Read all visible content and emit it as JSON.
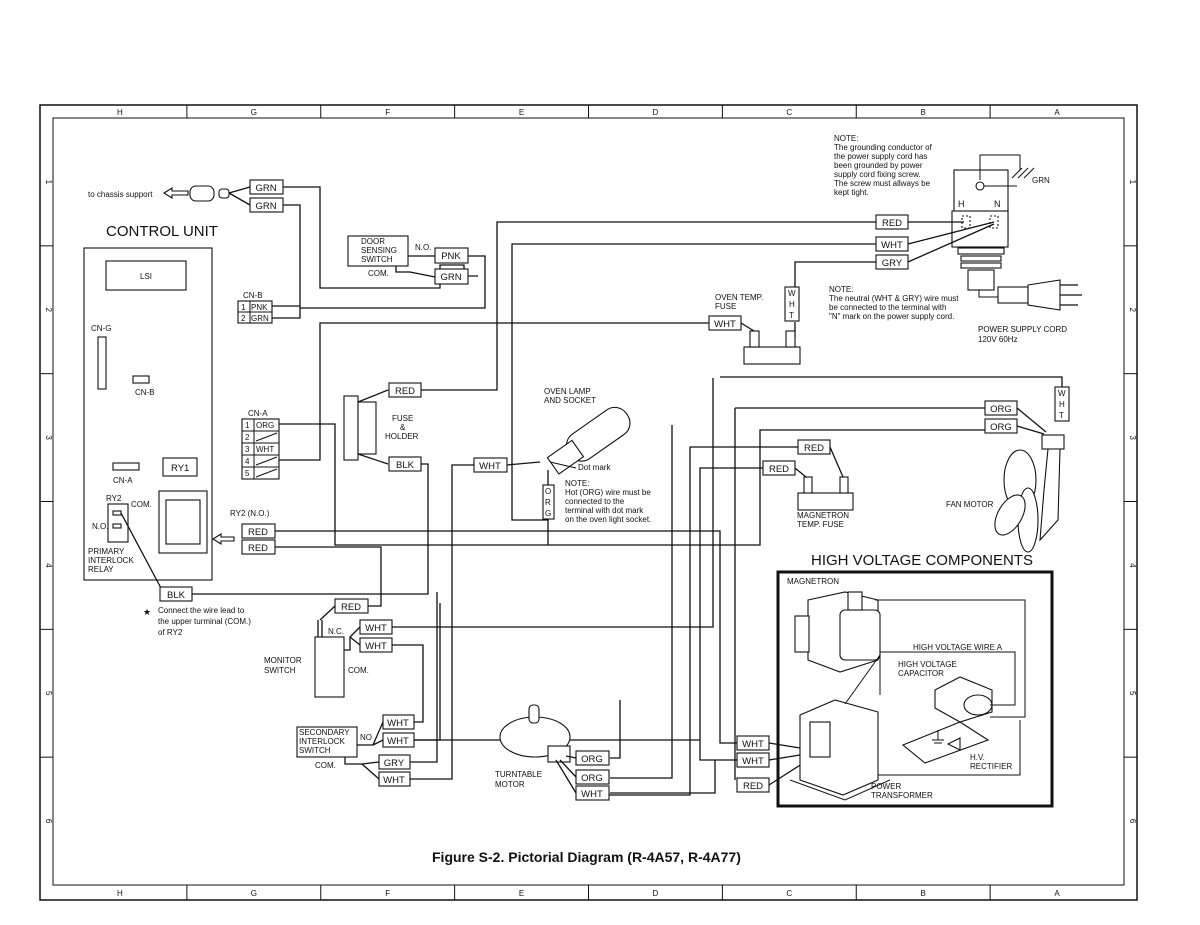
{
  "figure": {
    "caption": "Figure S-2. Pictorial Diagram (R-4A57, R-4A77)"
  },
  "ruler": {
    "columns": [
      "H",
      "G",
      "F",
      "E",
      "D",
      "C",
      "B",
      "A"
    ],
    "rows": [
      "1",
      "2",
      "3",
      "4",
      "5",
      "6"
    ]
  },
  "chassis": {
    "label": "to chassis support",
    "wires": [
      "GRN",
      "GRN"
    ]
  },
  "control_unit": {
    "title": "CONTROL UNIT",
    "lsi": "LSI",
    "cn_g": "CN-G",
    "cn_b_board": "CN-B",
    "cn_a_board": "CN-A",
    "ry1": "RY1",
    "ry2": "RY2",
    "com": "COM.",
    "no": "N.O.",
    "primary_relay": [
      "PRIMARY",
      "INTERLOCK",
      "RELAY"
    ]
  },
  "cn_b": {
    "label": "CN-B",
    "pins": [
      {
        "num": "1",
        "wire": "PNK"
      },
      {
        "num": "2",
        "wire": "GRN"
      }
    ]
  },
  "cn_a": {
    "label": "CN-A",
    "pins": [
      {
        "num": "1",
        "wire": "ORG"
      },
      {
        "num": "2",
        "wire": ""
      },
      {
        "num": "3",
        "wire": "WHT"
      },
      {
        "num": "4",
        "wire": ""
      },
      {
        "num": "5",
        "wire": ""
      }
    ]
  },
  "ry2_no": {
    "label": "RY2 (N.O.)",
    "wires": [
      "RED",
      "RED"
    ]
  },
  "blk_wire": "BLK",
  "star_note": {
    "star": "★",
    "lines": [
      "Connect the wire lead to",
      "the upper turminal (COM.)",
      "of  RY2"
    ]
  },
  "door_switch": {
    "lines": [
      "DOOR",
      "SENSING",
      "SWITCH"
    ],
    "no": "N.O.",
    "com": "COM.",
    "wires": [
      "PNK",
      "GRN"
    ]
  },
  "fuse_holder": {
    "lines": [
      "FUSE",
      "&",
      "HOLDER"
    ],
    "wires": [
      "RED",
      "BLK"
    ]
  },
  "oven_lamp": {
    "lines": [
      "OVEN LAMP",
      "AND SOCKET"
    ],
    "dot_mark": "Dot mark",
    "wire_in": "WHT",
    "wire_vertical": [
      "O",
      "R",
      "G"
    ],
    "note_title": "NOTE:",
    "note_lines": [
      "Hot (ORG) wire must be",
      "connected     to     the",
      "terminal with dot mark",
      "on the oven light socket."
    ]
  },
  "oven_temp_fuse": {
    "lines": [
      "OVEN TEMP.",
      "FUSE"
    ],
    "wire": "WHT",
    "wire_vertical": [
      "W",
      "H",
      "T"
    ]
  },
  "power_cord": {
    "note_title": "NOTE:",
    "note_lines": [
      "The grounding conductor of",
      "the power supply cord has",
      "been  grounded  by  power",
      "supply cord fixing screw.",
      "The screw must allways be",
      "kept  tight."
    ],
    "h": "H",
    "n": "N",
    "grn": "GRN",
    "wires": [
      "RED",
      "WHT",
      "GRY"
    ],
    "note2_title": "NOTE:",
    "note2_lines": [
      "The neutral (WHT & GRY) wire must",
      "be  connected  to  the  terminal  with",
      "\"N\" mark on the power supply cord."
    ],
    "label": "POWER SUPPLY CORD",
    "rating": "120V 60Hz"
  },
  "fan_motor": {
    "label": "FAN MOTOR",
    "wires": [
      "ORG",
      "ORG"
    ],
    "wire_vertical": [
      "W",
      "H",
      "T"
    ]
  },
  "magnetron_temp_fuse": {
    "lines": [
      "MAGNETRON",
      "TEMP. FUSE"
    ],
    "wires": [
      "RED",
      "RED"
    ]
  },
  "monitor_switch": {
    "lines": [
      "MONITOR",
      "SWITCH"
    ],
    "nc": "N.C.",
    "com": "COM.",
    "wires": [
      "RED",
      "WHT",
      "WHT"
    ]
  },
  "secondary_switch": {
    "lines": [
      "SECONDARY",
      "INTERLOCK",
      "SWITCH"
    ],
    "no": "NO",
    "com": "COM.",
    "wires": [
      "WHT",
      "WHT",
      "GRY",
      "WHT"
    ]
  },
  "turntable": {
    "lines": [
      "TURNTABLE",
      "MOTOR"
    ],
    "wires": [
      "ORG",
      "ORG",
      "WHT"
    ]
  },
  "transformer_wires": [
    "WHT",
    "WHT",
    "RED"
  ],
  "high_voltage": {
    "title": "HIGH VOLTAGE COMPONENTS",
    "magnetron": "MAGNETRON",
    "hv_wire": "HIGH VOLTAGE WIRE A",
    "capacitor": [
      "HIGH VOLTAGE",
      "CAPACITOR"
    ],
    "rectifier": [
      "H.V.",
      "RECTIFIER"
    ],
    "transformer": [
      "POWER",
      "TRANSFORMER"
    ]
  }
}
